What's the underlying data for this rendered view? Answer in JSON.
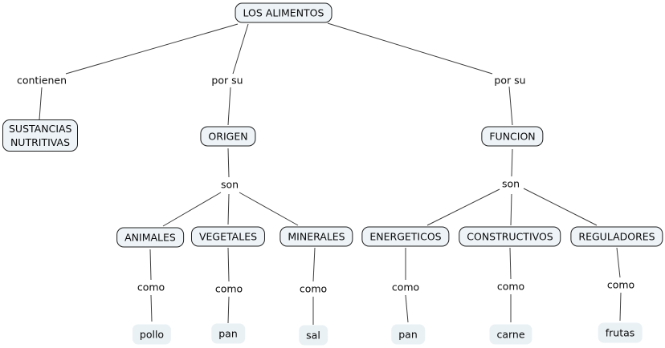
{
  "colors": {
    "background": "#ffffff",
    "concept_fill": "#edf3f7",
    "concept_border": "#1f1f1f",
    "leaf_fill": "#eaf1f4",
    "edge": "#3d3d3d",
    "text": "#0a0a0a"
  },
  "root": {
    "label": "LOS ALIMENTOS"
  },
  "branches": {
    "contienen": {
      "link": "contienen",
      "concept": "SUSTANCIAS NUTRITIVAS"
    },
    "origen": {
      "link": "por su",
      "concept": "ORIGEN",
      "sublink": "son",
      "children": [
        {
          "concept": "ANIMALES",
          "link": "como",
          "example": "pollo"
        },
        {
          "concept": "VEGETALES",
          "link": "como",
          "example": "pan"
        },
        {
          "concept": "MINERALES",
          "link": "como",
          "example": "sal"
        }
      ]
    },
    "funcion": {
      "link": "por su",
      "concept": "FUNCION",
      "sublink": "son",
      "children": [
        {
          "concept": "ENERGETICOS",
          "link": "como",
          "example": "pan"
        },
        {
          "concept": "CONSTRUCTIVOS",
          "link": "como",
          "example": "carne"
        },
        {
          "concept": "REGULADORES",
          "link": "como",
          "example": "frutas"
        }
      ]
    }
  }
}
